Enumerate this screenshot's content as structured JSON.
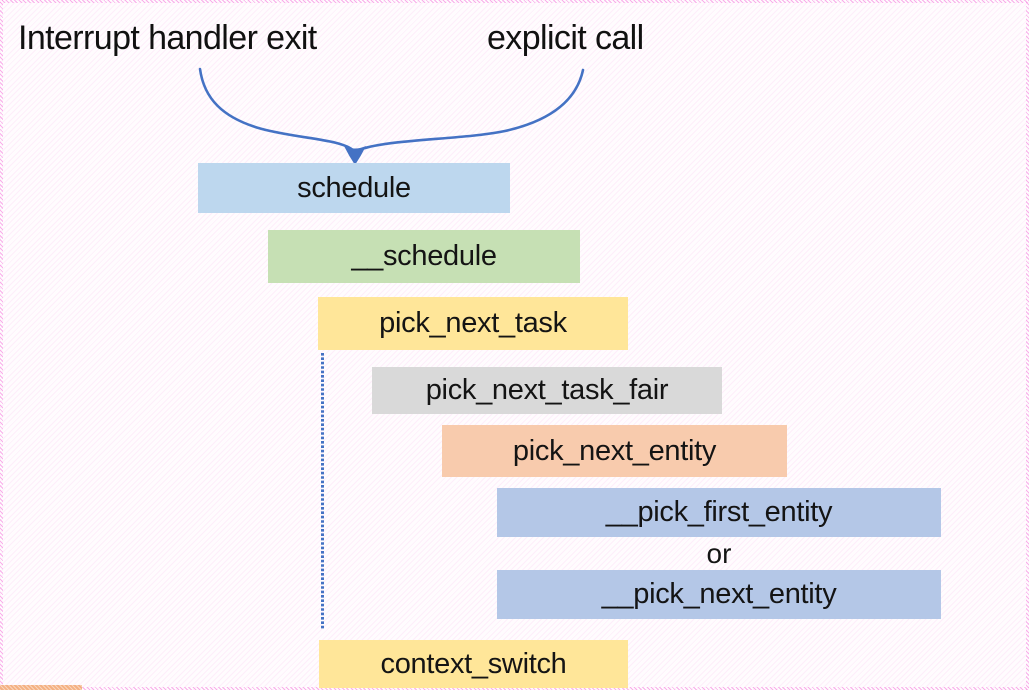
{
  "labels": {
    "interrupt_source": "Interrupt handler exit",
    "explicit_source": "explicit call",
    "or": "or"
  },
  "colors": {
    "arrow": "#4472C4",
    "dotted_line": "#4472C4",
    "slide_edge_pink": "#F796E4",
    "cropped_box_orange": "#F4B183",
    "text": "#141414"
  },
  "boxes": [
    {
      "id": "schedule",
      "label": "schedule",
      "color": "#BDD7EE"
    },
    {
      "id": "schedule-internal",
      "label": "__schedule",
      "color": "#C6E0B4"
    },
    {
      "id": "pick-next-task",
      "label": "pick_next_task",
      "color": "#FFE699"
    },
    {
      "id": "pick-next-task-fair",
      "label": "pick_next_task_fair",
      "color": "#D9D9D9"
    },
    {
      "id": "pick-next-entity",
      "label": "pick_next_entity",
      "color": "#F8CBAD"
    },
    {
      "id": "pick-first-entity-internal",
      "label": "__pick_first_entity",
      "color": "#B4C7E7"
    },
    {
      "id": "pick-next-entity-internal",
      "label": "__pick_next_entity",
      "color": "#B4C7E7"
    },
    {
      "id": "context-switch",
      "label": "context_switch",
      "color": "#FFE699"
    }
  ]
}
